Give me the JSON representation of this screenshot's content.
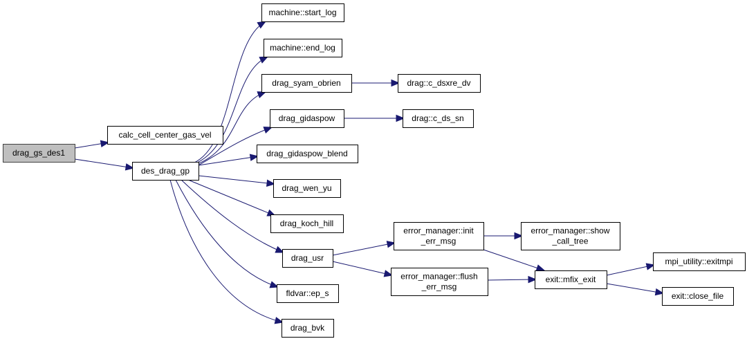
{
  "diagram": {
    "type": "call-graph",
    "root": "drag_gs_des1",
    "colors": {
      "edge": "#191970",
      "root_fill": "#bfbfbf",
      "node_fill": "#ffffff",
      "node_border": "#000000"
    },
    "nodes": [
      {
        "id": "drag_gs_des1",
        "lines": [
          "drag_gs_des1"
        ],
        "root": true
      },
      {
        "id": "calc_cell_center_gas_vel",
        "lines": [
          "calc_cell_center_gas_vel"
        ]
      },
      {
        "id": "des_drag_gp",
        "lines": [
          "des_drag_gp"
        ]
      },
      {
        "id": "machine_start_log",
        "lines": [
          "machine::start_log"
        ]
      },
      {
        "id": "machine_end_log",
        "lines": [
          "machine::end_log"
        ]
      },
      {
        "id": "drag_syam_obrien",
        "lines": [
          "drag_syam_obrien"
        ]
      },
      {
        "id": "drag_c_dsxre_dv",
        "lines": [
          "drag::c_dsxre_dv"
        ]
      },
      {
        "id": "drag_gidaspow",
        "lines": [
          "drag_gidaspow"
        ]
      },
      {
        "id": "drag_c_ds_sn",
        "lines": [
          "drag::c_ds_sn"
        ]
      },
      {
        "id": "drag_gidaspow_blend",
        "lines": [
          "drag_gidaspow_blend"
        ]
      },
      {
        "id": "drag_wen_yu",
        "lines": [
          "drag_wen_yu"
        ]
      },
      {
        "id": "drag_koch_hill",
        "lines": [
          "drag_koch_hill"
        ]
      },
      {
        "id": "drag_usr",
        "lines": [
          "drag_usr"
        ]
      },
      {
        "id": "fldvar_ep_s",
        "lines": [
          "fldvar::ep_s"
        ]
      },
      {
        "id": "drag_bvk",
        "lines": [
          "drag_bvk"
        ]
      },
      {
        "id": "error_manager_init_err_msg",
        "lines": [
          "error_manager::init",
          "_err_msg"
        ]
      },
      {
        "id": "error_manager_show_call_tree",
        "lines": [
          "error_manager::show",
          "_call_tree"
        ]
      },
      {
        "id": "error_manager_flush_err_msg",
        "lines": [
          "error_manager::flush",
          "_err_msg"
        ]
      },
      {
        "id": "exit_mfix_exit",
        "lines": [
          "exit::mfix_exit"
        ]
      },
      {
        "id": "mpi_utility_exitmpi",
        "lines": [
          "mpi_utility::exitmpi"
        ]
      },
      {
        "id": "exit_close_file",
        "lines": [
          "exit::close_file"
        ]
      }
    ],
    "edges": [
      {
        "from": "drag_gs_des1",
        "to": "calc_cell_center_gas_vel"
      },
      {
        "from": "drag_gs_des1",
        "to": "des_drag_gp"
      },
      {
        "from": "des_drag_gp",
        "to": "machine_start_log"
      },
      {
        "from": "des_drag_gp",
        "to": "machine_end_log"
      },
      {
        "from": "des_drag_gp",
        "to": "drag_syam_obrien"
      },
      {
        "from": "des_drag_gp",
        "to": "drag_gidaspow"
      },
      {
        "from": "des_drag_gp",
        "to": "drag_gidaspow_blend"
      },
      {
        "from": "des_drag_gp",
        "to": "drag_wen_yu"
      },
      {
        "from": "des_drag_gp",
        "to": "drag_koch_hill"
      },
      {
        "from": "des_drag_gp",
        "to": "drag_usr"
      },
      {
        "from": "des_drag_gp",
        "to": "fldvar_ep_s"
      },
      {
        "from": "des_drag_gp",
        "to": "drag_bvk"
      },
      {
        "from": "drag_syam_obrien",
        "to": "drag_c_dsxre_dv"
      },
      {
        "from": "drag_gidaspow",
        "to": "drag_c_ds_sn"
      },
      {
        "from": "drag_usr",
        "to": "error_manager_init_err_msg"
      },
      {
        "from": "drag_usr",
        "to": "error_manager_flush_err_msg"
      },
      {
        "from": "error_manager_init_err_msg",
        "to": "error_manager_show_call_tree"
      },
      {
        "from": "error_manager_init_err_msg",
        "to": "exit_mfix_exit"
      },
      {
        "from": "error_manager_flush_err_msg",
        "to": "exit_mfix_exit"
      },
      {
        "from": "exit_mfix_exit",
        "to": "mpi_utility_exitmpi"
      },
      {
        "from": "exit_mfix_exit",
        "to": "exit_close_file"
      }
    ]
  }
}
